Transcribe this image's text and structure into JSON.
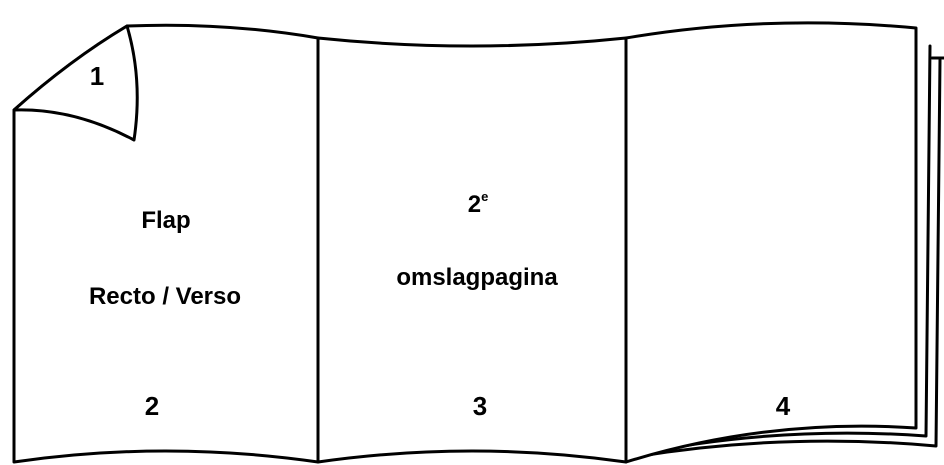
{
  "panels": {
    "flap": {
      "fold_number": "1",
      "title": "Flap",
      "subtitle": "Recto / Verso",
      "page_number": "2"
    },
    "cover": {
      "title_main": "2",
      "title_sup": "e",
      "title_line2": "omslagpagina",
      "page_number": "3"
    },
    "book": {
      "page_number": "4"
    }
  }
}
